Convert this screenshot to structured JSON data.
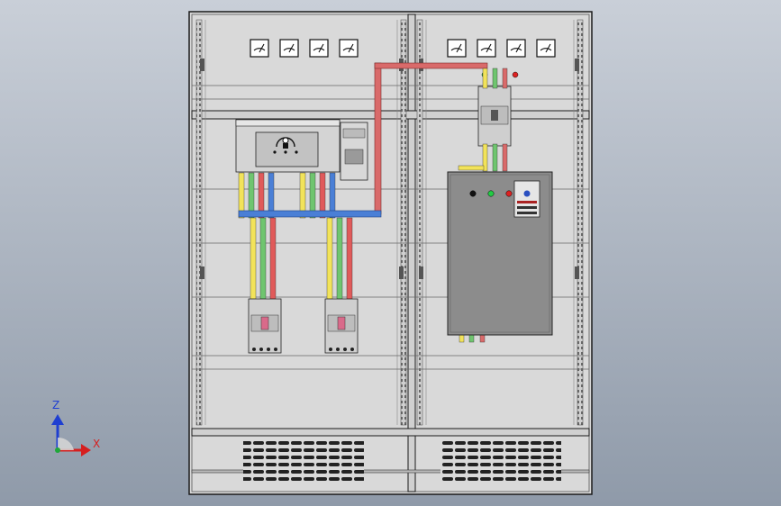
{
  "viewport": {
    "background_top": "#c9cfd8",
    "background_bottom": "#8f9aa9"
  },
  "cabinet": {
    "sections": 2,
    "frame_color": "#1a1a1a",
    "panel_color": "#d9d9d9",
    "left_meters": 4,
    "right_meters": 4
  },
  "wires": {
    "phase_yellow": "#f2e35a",
    "phase_green": "#6fc56f",
    "phase_red": "#e05a5a",
    "neutral_blue": "#4a7fd6",
    "bus_red": "#d96a6a"
  },
  "inverter": {
    "body_color": "#8c8c8c",
    "indicator_black": "#111111",
    "indicator_green": "#22cc44",
    "indicator_red": "#dd2222",
    "keypad_accent": "#2a4fc0"
  },
  "triad": {
    "z_label": "Z",
    "x_label": "X",
    "z_color": "#1f3fd1",
    "x_color": "#d61f1f",
    "y_color": "#1fa83a"
  }
}
